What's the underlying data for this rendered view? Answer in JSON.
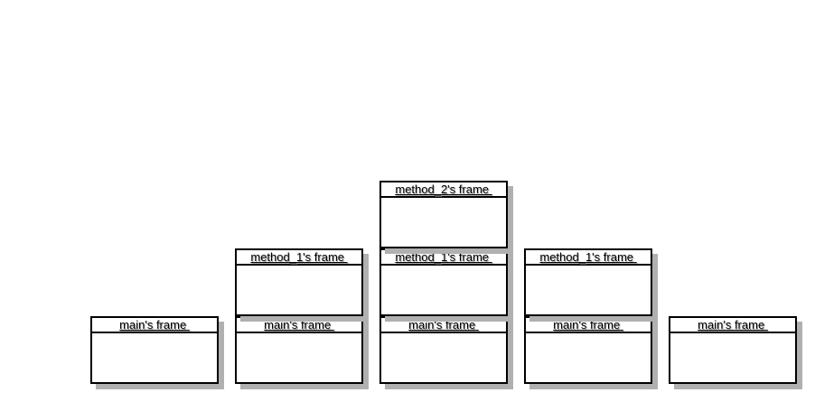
{
  "colors": {
    "background": "#ffffff",
    "frame_border": "#000000",
    "frame_fill": "#ffffff",
    "shadow": "#b0b0b0",
    "text": "#000000"
  },
  "diagram": {
    "columns": [
      {
        "frames": [
          {
            "label": "main's frame"
          }
        ]
      },
      {
        "frames": [
          {
            "label": "method_1's frame"
          },
          {
            "label": "main's frame"
          }
        ]
      },
      {
        "frames": [
          {
            "label": "method_2's frame"
          },
          {
            "label": "method_1's frame"
          },
          {
            "label": "main's frame"
          }
        ]
      },
      {
        "frames": [
          {
            "label": "method_1's frame"
          },
          {
            "label": "main's frame"
          }
        ]
      },
      {
        "frames": [
          {
            "label": "main's frame"
          }
        ]
      }
    ]
  }
}
